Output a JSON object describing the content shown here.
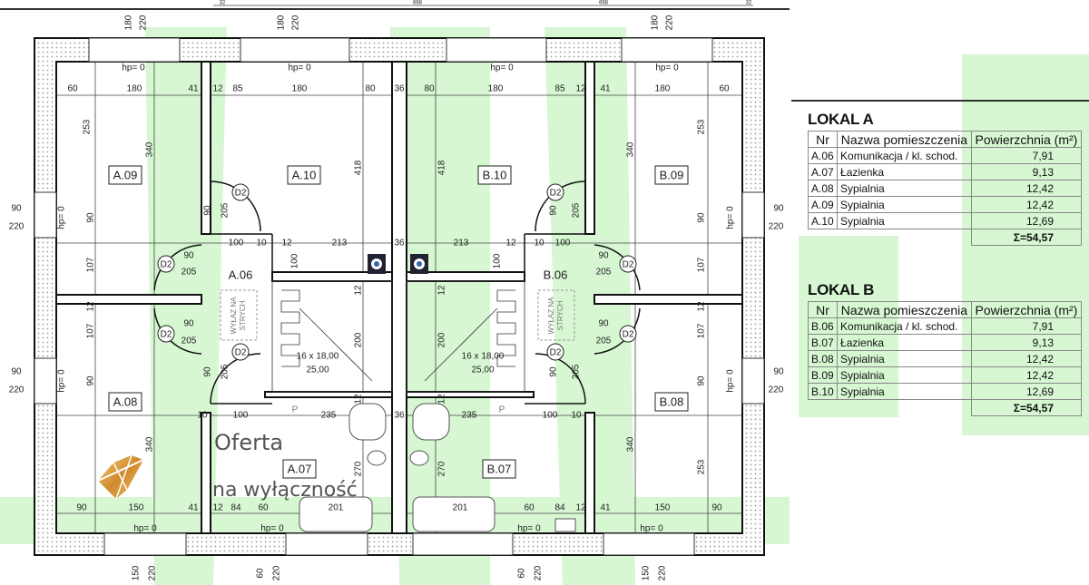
{
  "plan": {
    "rooms": [
      "A.09",
      "A.10",
      "B.10",
      "B.09",
      "A.08",
      "B.08",
      "A.07",
      "B.07",
      "A.06",
      "B.06"
    ],
    "door_tag": "D2",
    "attic_hatch": [
      "WYŁAZ NA",
      "STRYCH"
    ],
    "parking_tag": "P",
    "stairs": [
      "16 x 18,00",
      "25,00"
    ],
    "hp": "hp= 0",
    "dimension_labels": [
      "180",
      "220",
      "180",
      "220",
      "180",
      "220",
      "90",
      "220",
      "90",
      "220",
      "90",
      "220",
      "90",
      "220",
      "150",
      "220",
      "60",
      "220",
      "60",
      "220",
      "150",
      "220",
      "60",
      "180",
      "41",
      "12",
      "85",
      "180",
      "80",
      "36",
      "80",
      "180",
      "85",
      "12",
      "41",
      "180",
      "60",
      "253",
      "340",
      "90",
      "107",
      "418",
      "418",
      "253",
      "340",
      "90",
      "107",
      "107",
      "90",
      "340",
      "107",
      "90",
      "340",
      "253",
      "270",
      "270",
      "90",
      "205",
      "205",
      "90",
      "90",
      "205",
      "90",
      "205",
      "100",
      "100",
      "12",
      "12",
      "200",
      "200",
      "12",
      "12",
      "12",
      "12",
      "90",
      "205",
      "90",
      "205",
      "90",
      "205",
      "90",
      "205",
      "100",
      "10",
      "12",
      "213",
      "36",
      "213",
      "12",
      "10",
      "100",
      "100",
      "235",
      "36",
      "235",
      "100",
      "10",
      "10",
      "90",
      "150",
      "41",
      "12",
      "84",
      "60",
      "201",
      "201",
      "60",
      "84",
      "12",
      "41",
      "150",
      "90",
      "32",
      "668",
      "668",
      "32"
    ]
  },
  "logo": {
    "line1": "Oferta",
    "line2": "na wyłączność"
  },
  "lokal_a": {
    "title": "LOKAL A",
    "headers": [
      "Nr",
      "Nazwa pomieszczenia",
      "Powierzchnia (m²)"
    ],
    "rows": [
      {
        "nr": "A.06",
        "name": "Komunikacja / kl. schod.",
        "area": "7,91"
      },
      {
        "nr": "A.07",
        "name": "Łazienka",
        "area": "9,13"
      },
      {
        "nr": "A.08",
        "name": "Sypialnia",
        "area": "12,42"
      },
      {
        "nr": "A.09",
        "name": "Sypialnia",
        "area": "12,42"
      },
      {
        "nr": "A.10",
        "name": "Sypialnia",
        "area": "12,69"
      }
    ],
    "total": "Σ=54,57"
  },
  "lokal_b": {
    "title": "LOKAL B",
    "headers": [
      "Nr",
      "Nazwa pomieszczenia",
      "Powierzchnia (m²)"
    ],
    "rows": [
      {
        "nr": "B.06",
        "name": "Komunikacja / kl. schod.",
        "area": "7,91"
      },
      {
        "nr": "B.07",
        "name": "Łazienka",
        "area": "9,13"
      },
      {
        "nr": "B.08",
        "name": "Sypialnia",
        "area": "12,42"
      },
      {
        "nr": "B.09",
        "name": "Sypialnia",
        "area": "12,42"
      },
      {
        "nr": "B.10",
        "name": "Sypialnia",
        "area": "12,69"
      }
    ],
    "total": "Σ=54,57"
  },
  "colors": {
    "watermark": "#d6f7d2",
    "wall": "#111111",
    "logo_gold": "#d9a441"
  }
}
